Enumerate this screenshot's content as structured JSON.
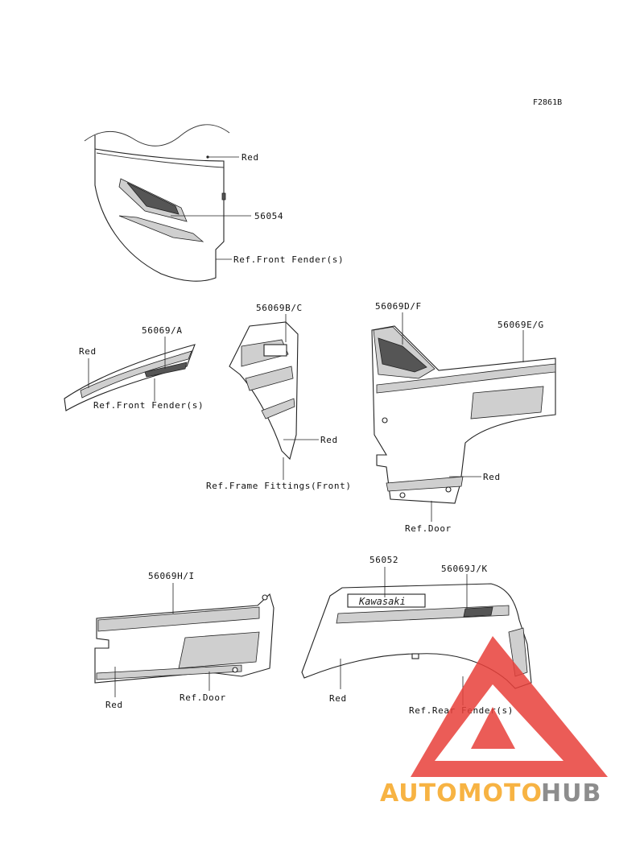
{
  "figure_code": "F2861B",
  "groups": {
    "front_cowl": {
      "label_red": "Red",
      "part_no": "56054",
      "ref": "Ref.Front Fender(s)"
    },
    "front_fender_stripe": {
      "part_no": "56069/A",
      "label_red": "Red",
      "ref": "Ref.Front Fender(s)"
    },
    "frame_panel": {
      "part_no": "56069B/C",
      "label_red": "Red",
      "ref": "Ref.Frame Fittings(Front)"
    },
    "door_panel_upper": {
      "part_no_left": "56069D/F",
      "part_no_right": "56069E/G",
      "label_red": "Red",
      "ref": "Ref.Door"
    },
    "door_panel_lower": {
      "part_no": "56069H/I",
      "label_red": "Red",
      "ref": "Ref.Door"
    },
    "rear_fender": {
      "part_no_left": "56052",
      "part_no_right": "56069J/K",
      "label_red": "Red",
      "ref": "Ref.Rear Fender(s)",
      "decal_text": "Kawasaki"
    }
  },
  "watermark": {
    "text_part1": "AUTOMOTO",
    "text_part2": "HUB",
    "color_orange": "#f6a623",
    "color_red": "#e8403a",
    "color_gray": "#7a7a7a"
  }
}
